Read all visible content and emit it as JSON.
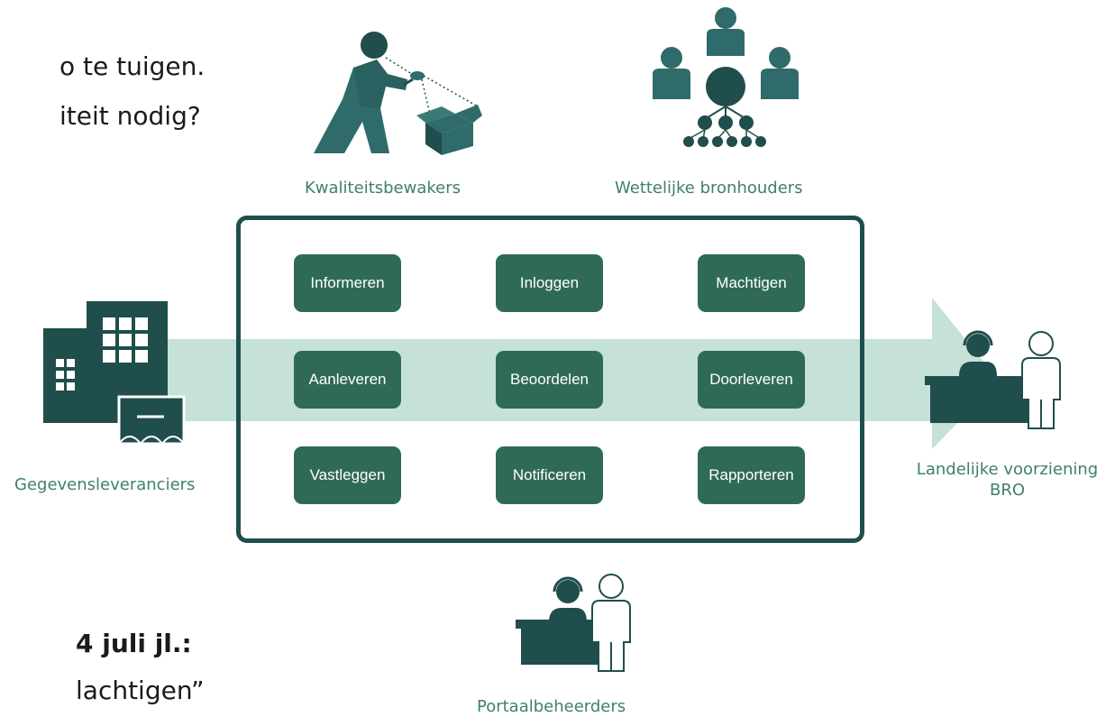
{
  "left_text": {
    "line1": "o te tuigen.",
    "line2": "iteit nodig?",
    "line3": "4 juli jl.:",
    "line4": "lachtigen”"
  },
  "actors": {
    "quality": "Kwaliteitsbewakers",
    "holders": "Wettelijke bronhouders",
    "suppliers": "Gegevensleveranciers",
    "national_line1": "Landelijke voorziening",
    "national_line2": "BRO",
    "portal": "Portaalbeheerders"
  },
  "functions": [
    "Informeren",
    "Inloggen",
    "Machtigen",
    "Aanleveren",
    "Beoordelen",
    "Doorleveren",
    "Vastleggen",
    "Notificeren",
    "Rapporteren"
  ],
  "colors": {
    "dark_teal": "#1f4e4c",
    "button": "#2f6a59",
    "caption": "#3f7f6d",
    "arrow": "#c5e1d8",
    "person_teal": "#2e6b6a"
  }
}
